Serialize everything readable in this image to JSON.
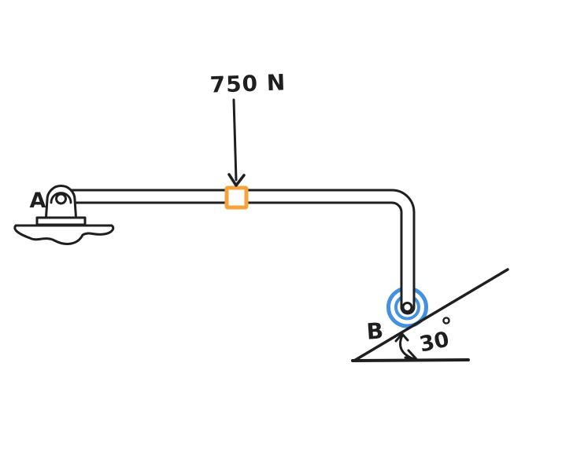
{
  "figure": {
    "kind": "statics-beam-support-diagram",
    "force": {
      "label": "750 N",
      "value": 750,
      "unit": "N",
      "direction": "down"
    },
    "labels": {
      "support_a": "A",
      "support_b": "B"
    },
    "angle": {
      "value": "30",
      "degree_symbol": "°",
      "full": "30°"
    },
    "colors": {
      "ink": "#1f1f1f",
      "load_marker": "#f5a43c",
      "roller": "#4492df",
      "background": "#ffffff"
    },
    "components": [
      "pin-support-A",
      "ground-hatch-blob",
      "bent-beam",
      "load-point-marker",
      "force-arrow",
      "roller-support-B",
      "pin-B",
      "incline-surface",
      "angle-arc-30deg"
    ]
  }
}
